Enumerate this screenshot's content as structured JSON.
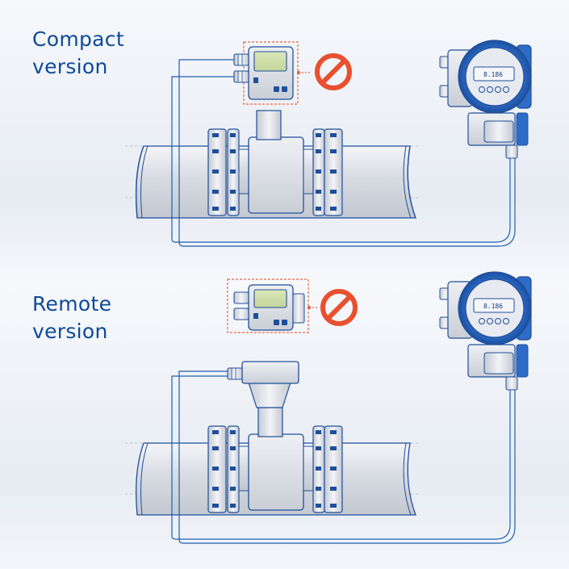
{
  "sections": [
    {
      "title": "Compact\nversion"
    },
    {
      "title": "Remote\nversion"
    }
  ],
  "transmitter": {
    "display_value": "8.186"
  },
  "colors": {
    "brand_blue": "#1f5bb8",
    "dashed_box": "#e06a4a",
    "prohibited": "#e8502f",
    "cable": "#1e5fae",
    "pipe_body": "#d4d8df",
    "outline": "#1f4f9a"
  },
  "icons": [
    "prohibited-icon",
    "flowmeter-sensor",
    "transmitter-housing",
    "local-display-unit",
    "signal-cable"
  ]
}
